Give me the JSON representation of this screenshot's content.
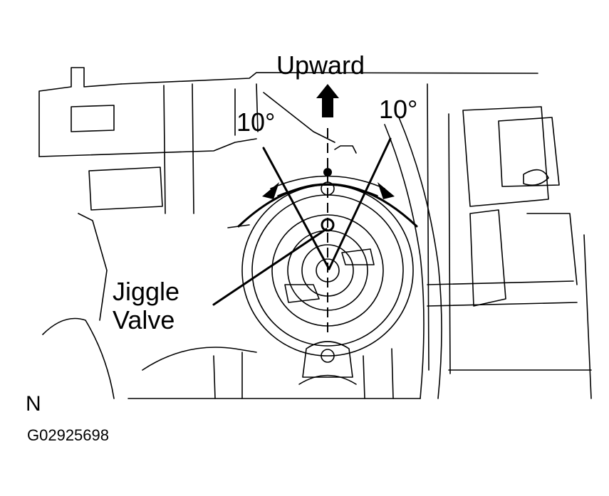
{
  "labels": {
    "upward": "Upward",
    "angle_left": "10°",
    "angle_right": "10°",
    "jiggle_line1": "Jiggle",
    "jiggle_line2": "Valve",
    "corner": "N",
    "figure_code": "G02925698"
  },
  "colors": {
    "ink": "#000000",
    "paper": "#ffffff"
  }
}
